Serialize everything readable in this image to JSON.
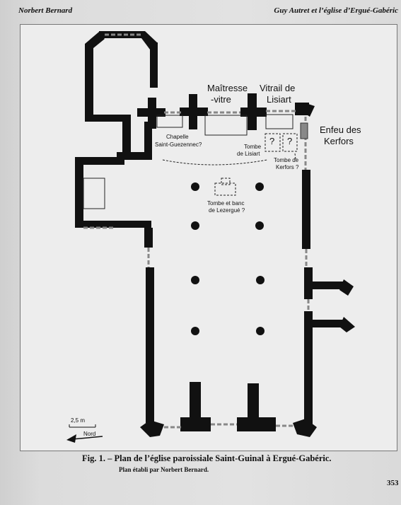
{
  "header": {
    "left": "Norbert Bernard",
    "right": "Guy Autret et l’église d’Ergué-Gabéric"
  },
  "labels": {
    "maitresse": "Maîtresse",
    "vitre": "-vitre",
    "vitrail_1": "Vitrail de",
    "vitrail_2": "Lisiart",
    "enfeu_1": "Enfeu des",
    "enfeu_2": "Kerfors",
    "chapelle_1": "Chapelle",
    "chapelle_2": "Saint-Guezennec?",
    "tombe_lisiart_1": "Tombe",
    "tombe_lisiart_2": "de Lisiart",
    "tombe_kerfors_1": "Tombe de",
    "tombe_kerfors_2": "Kerfors ?",
    "tombe_lezergue_1": "Tombe et banc",
    "tombe_lezergue_2": "de Lezergué ?",
    "question_1": "?",
    "question_2": "?"
  },
  "scale": {
    "label": "2,5 m"
  },
  "north": {
    "label": "Nord"
  },
  "caption": {
    "title": "Fig. 1. – Plan de l’église paroissiale Saint-Guinal à Ergué-Gabéric.",
    "credit": "Plan établi par Norbert Bernard."
  },
  "page_number": "353",
  "colors": {
    "wall": "#111111",
    "paper": "#ededed",
    "page": "#dcdcdc"
  }
}
